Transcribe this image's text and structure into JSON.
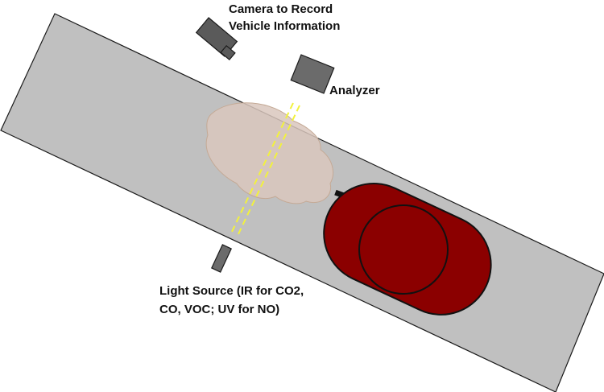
{
  "labels": {
    "camera_line1": "Camera to Record",
    "camera_line2": "Vehicle Information",
    "analyzer": "Analyzer",
    "light_line1": "Light Source (IR for CO2,",
    "light_line2": "CO, VOC; UV for NO)"
  },
  "colors": {
    "road": "#c0c0c0",
    "device": "#6b6b6b",
    "car": "#8b0000",
    "exhaust": "#d9c7bd",
    "beam": "#f2f23c"
  },
  "icons": {
    "camera": "camera-icon",
    "analyzer": "analyzer-box",
    "light": "light-source-bar",
    "car": "vehicle-top-view",
    "exhaust": "exhaust-plume"
  }
}
